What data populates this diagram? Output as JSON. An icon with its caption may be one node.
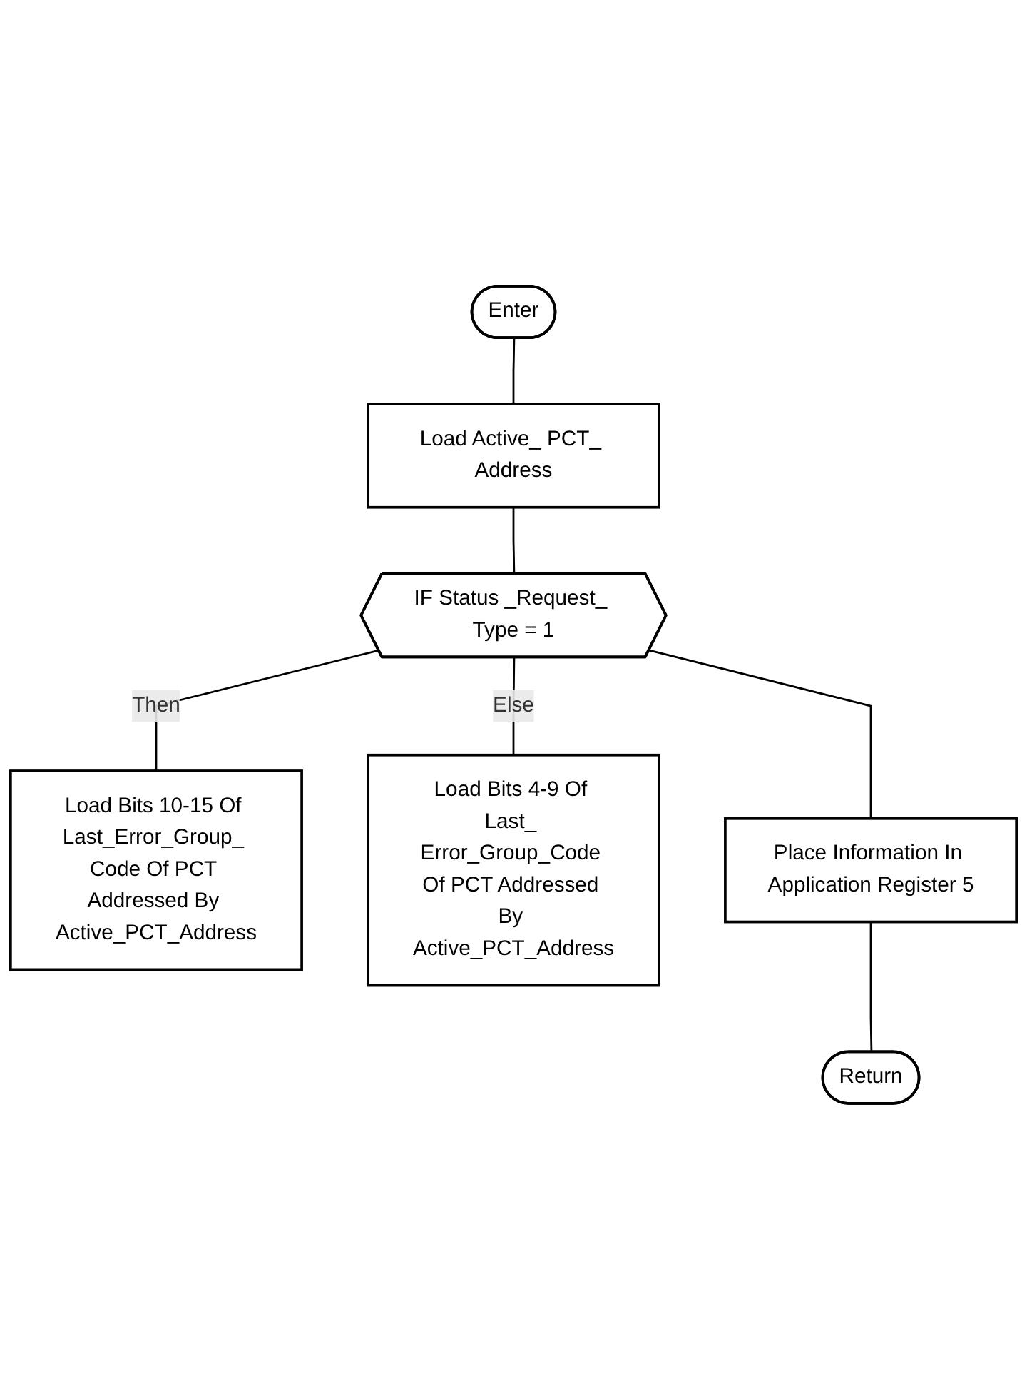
{
  "diagram": {
    "nodes": [
      {
        "text": [
          "Enter"
        ]
      },
      {
        "text": [
          "Load Active_ PCT_ Address"
        ]
      },
      {
        "text": [
          "IF Status _Request_ Type = 1"
        ]
      },
      {
        "text": [
          "Load Bits 10-15 Of Last_Error_Group_ Code Of PCT Addressed By Active_PCT_Address"
        ]
      },
      {
        "text": [
          "Load Bits 4-9 Of Last_ Error_Group_Code Of PCT Addressed By Active_PCT_Address"
        ]
      },
      {
        "text": [
          "Place Information In Application Register 5"
        ]
      },
      {
        "text": [
          "Return"
        ]
      }
    ],
    "edges": [
      {
        "from": 0,
        "to": 1,
        "arrow": "none"
      },
      {
        "from": 1,
        "to": 2,
        "arrow": "none"
      },
      {
        "from": 2,
        "to": 3,
        "arrow": "none",
        "label": "Then"
      },
      {
        "from": 2,
        "to": 4,
        "arrow": "none",
        "label": "Else"
      },
      {
        "from": 2,
        "to": 5,
        "arrow": "none"
      },
      {
        "from": 5,
        "to": 6,
        "arrow": "none"
      }
    ]
  }
}
